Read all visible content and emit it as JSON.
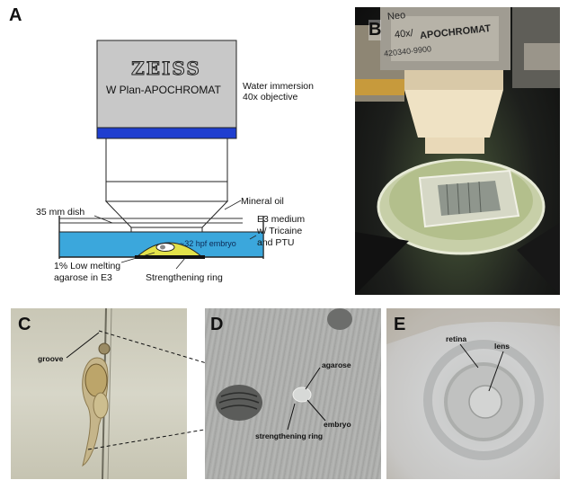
{
  "panels": {
    "A": {
      "letter": "A",
      "brand": "ZEISS",
      "objective_model": "W Plan-APOCHROMAT",
      "objective_desc_1": "Water immersion",
      "objective_desc_2": "40x objective",
      "dish": "35 mm dish",
      "mineral_oil": "Mineral oil",
      "medium_1": "E3 medium",
      "medium_2": "w/ Tricaine",
      "medium_3": "and PTU",
      "embryo": "~32 hpf embryo",
      "agarose_1": "1% Low melting",
      "agarose_2": "agarose in E3",
      "ring": "Strengthening ring"
    },
    "B": {
      "letter": "B",
      "lens_text_1": "Neo",
      "lens_text_2": "40x/",
      "lens_text_3": "APOCHROMAT",
      "lens_text_4": "420340-9900"
    },
    "C": {
      "letter": "C",
      "groove": "groove"
    },
    "D": {
      "letter": "D",
      "agarose": "agarose",
      "ring": "strengthening ring",
      "embryo": "embryo"
    },
    "E": {
      "letter": "E",
      "retina": "retina",
      "lens": "lens"
    }
  },
  "colors": {
    "objective_body": "#c8c8c8",
    "objective_band": "#1f3ecf",
    "medium": "#3ba7dc",
    "agarose": "#e3e24a"
  }
}
